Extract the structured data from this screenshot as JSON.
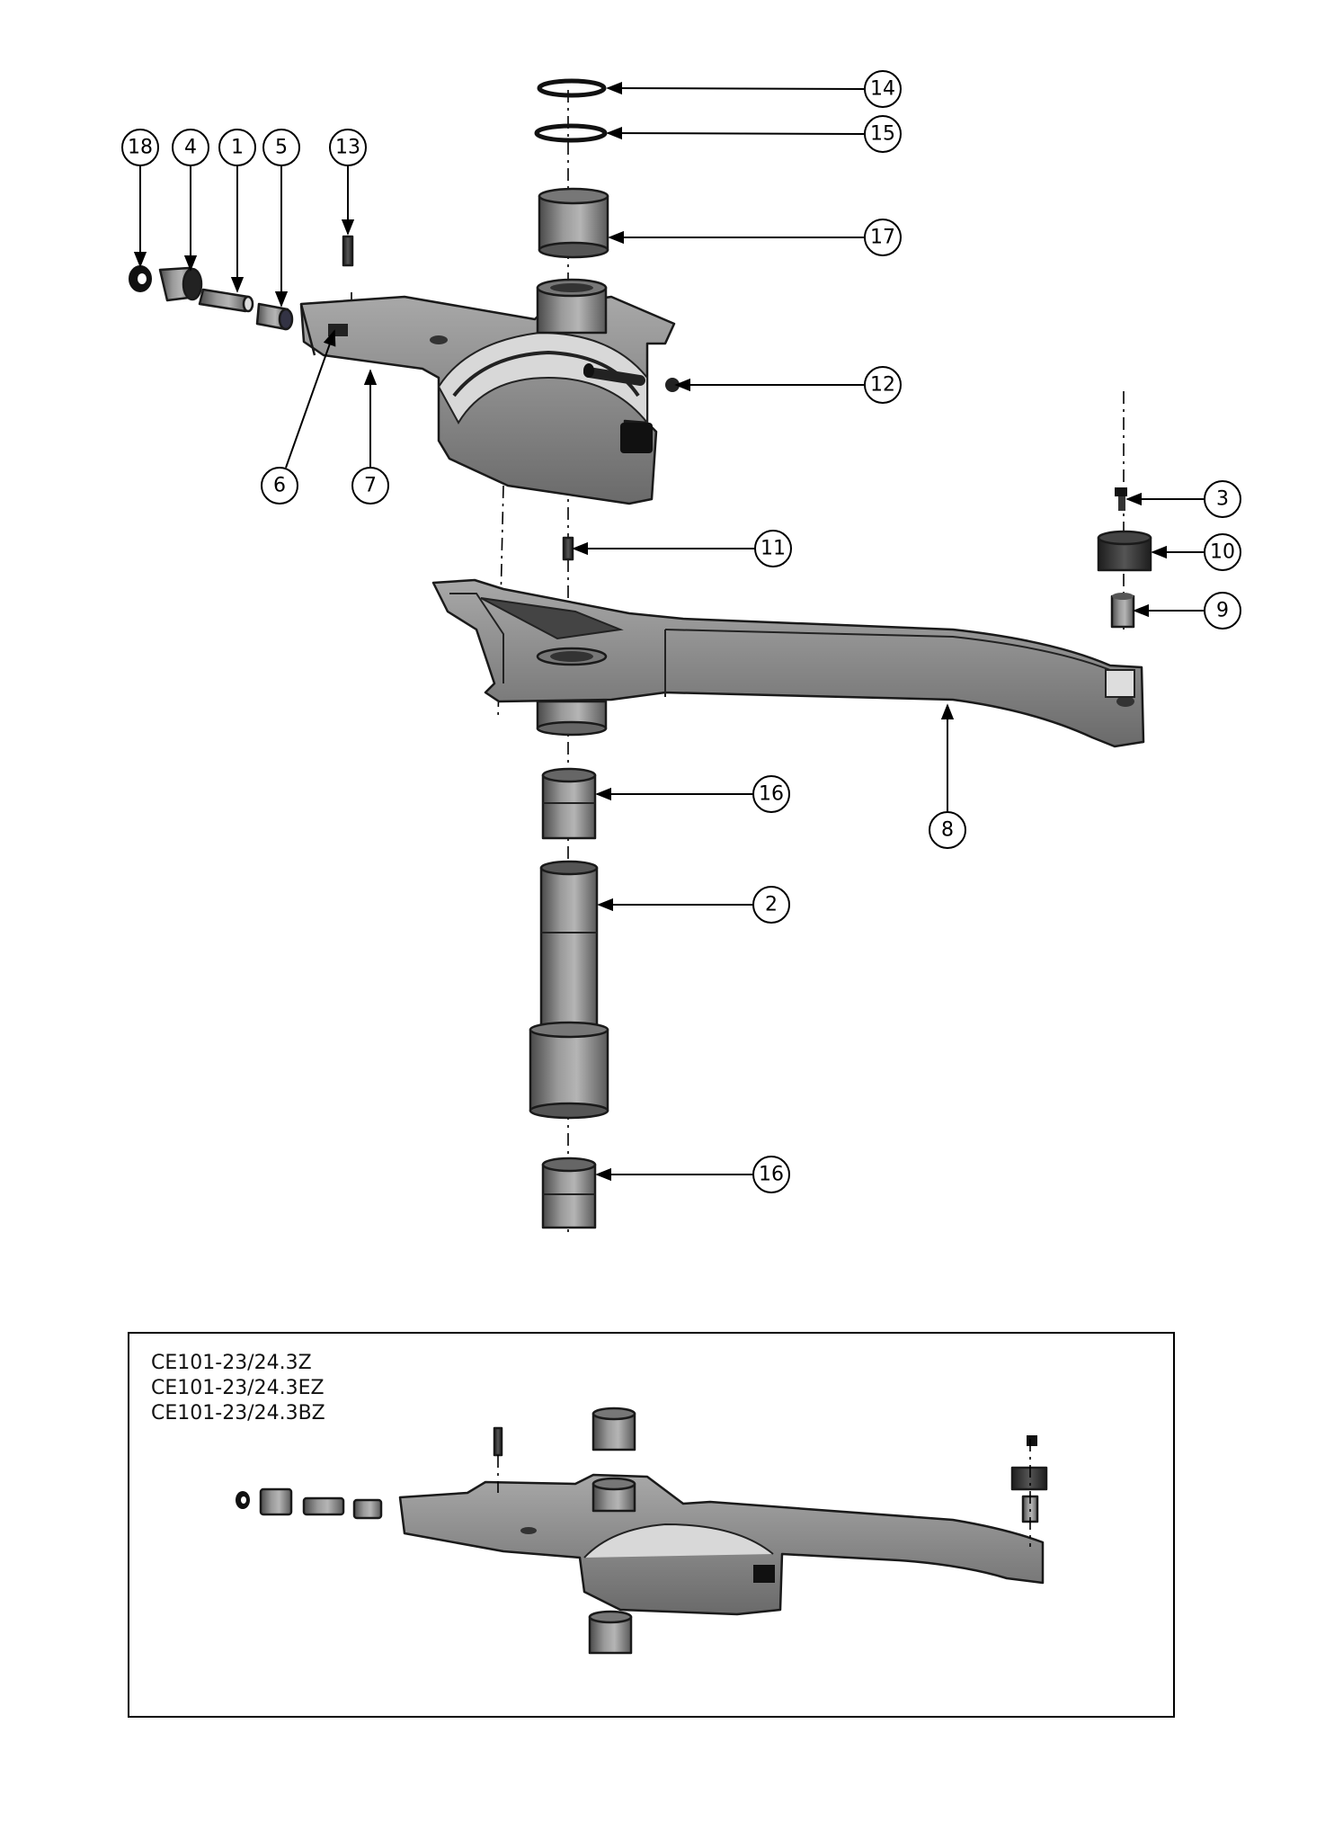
{
  "callouts": [
    {
      "id": "c14",
      "label": "14"
    },
    {
      "id": "c15",
      "label": "15"
    },
    {
      "id": "c17",
      "label": "17"
    },
    {
      "id": "c18",
      "label": "18"
    },
    {
      "id": "c4",
      "label": "4"
    },
    {
      "id": "c1",
      "label": "1"
    },
    {
      "id": "c5",
      "label": "5"
    },
    {
      "id": "c13",
      "label": "13"
    },
    {
      "id": "c12",
      "label": "12"
    },
    {
      "id": "c6",
      "label": "6"
    },
    {
      "id": "c7",
      "label": "7"
    },
    {
      "id": "c3",
      "label": "3"
    },
    {
      "id": "c10",
      "label": "10"
    },
    {
      "id": "c11",
      "label": "11"
    },
    {
      "id": "c9",
      "label": "9"
    },
    {
      "id": "c16a",
      "label": "16"
    },
    {
      "id": "c8",
      "label": "8"
    },
    {
      "id": "c2",
      "label": "2"
    },
    {
      "id": "c16b",
      "label": "16"
    }
  ],
  "inset": {
    "models": [
      "CE101-23/24.3Z",
      "CE101-23/24.3EZ",
      "CE101-23/24.3BZ"
    ]
  }
}
